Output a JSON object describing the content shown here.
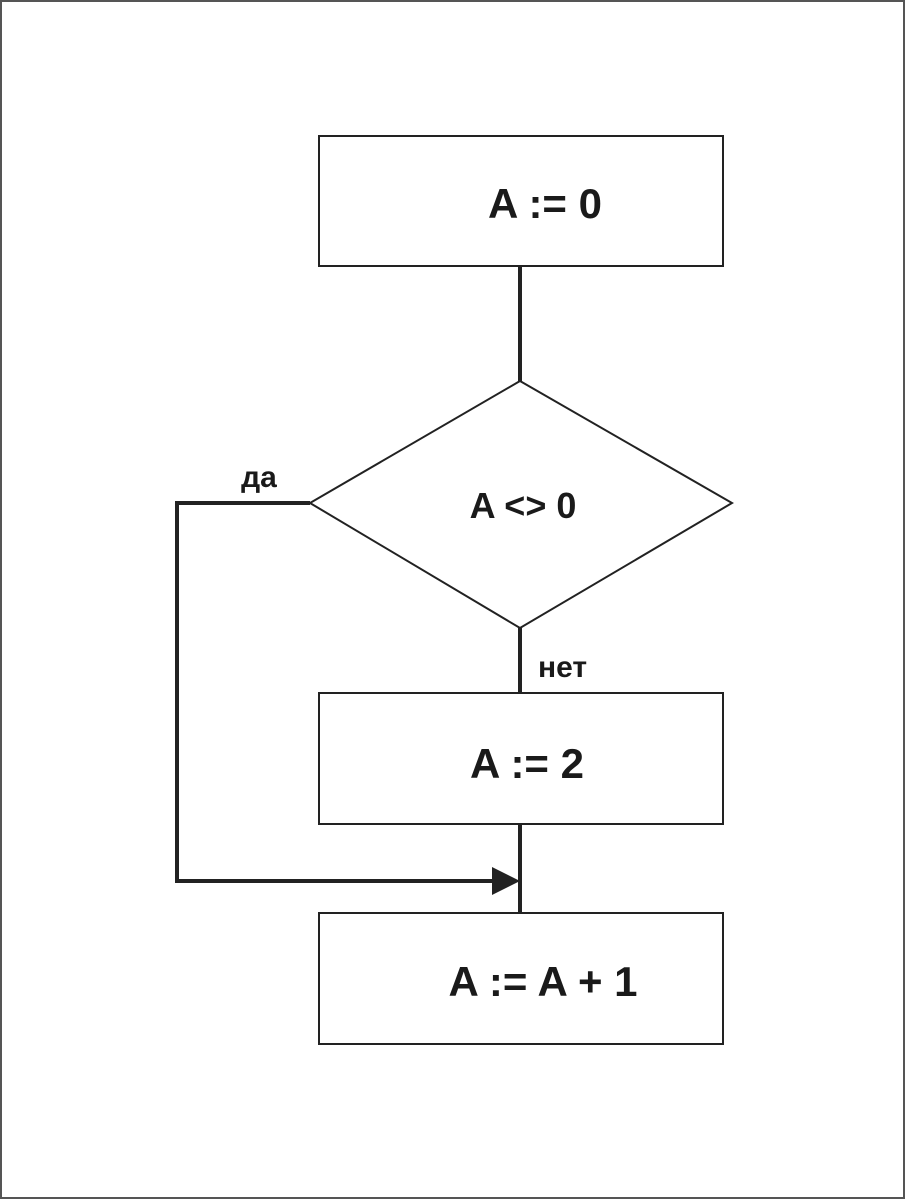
{
  "flowchart": {
    "blocks": {
      "init": "A := 0",
      "condition": "A <> 0",
      "assign": "A := 2",
      "increment": "A := A + 1"
    },
    "branches": {
      "yes": "да",
      "no": "нет"
    }
  }
}
